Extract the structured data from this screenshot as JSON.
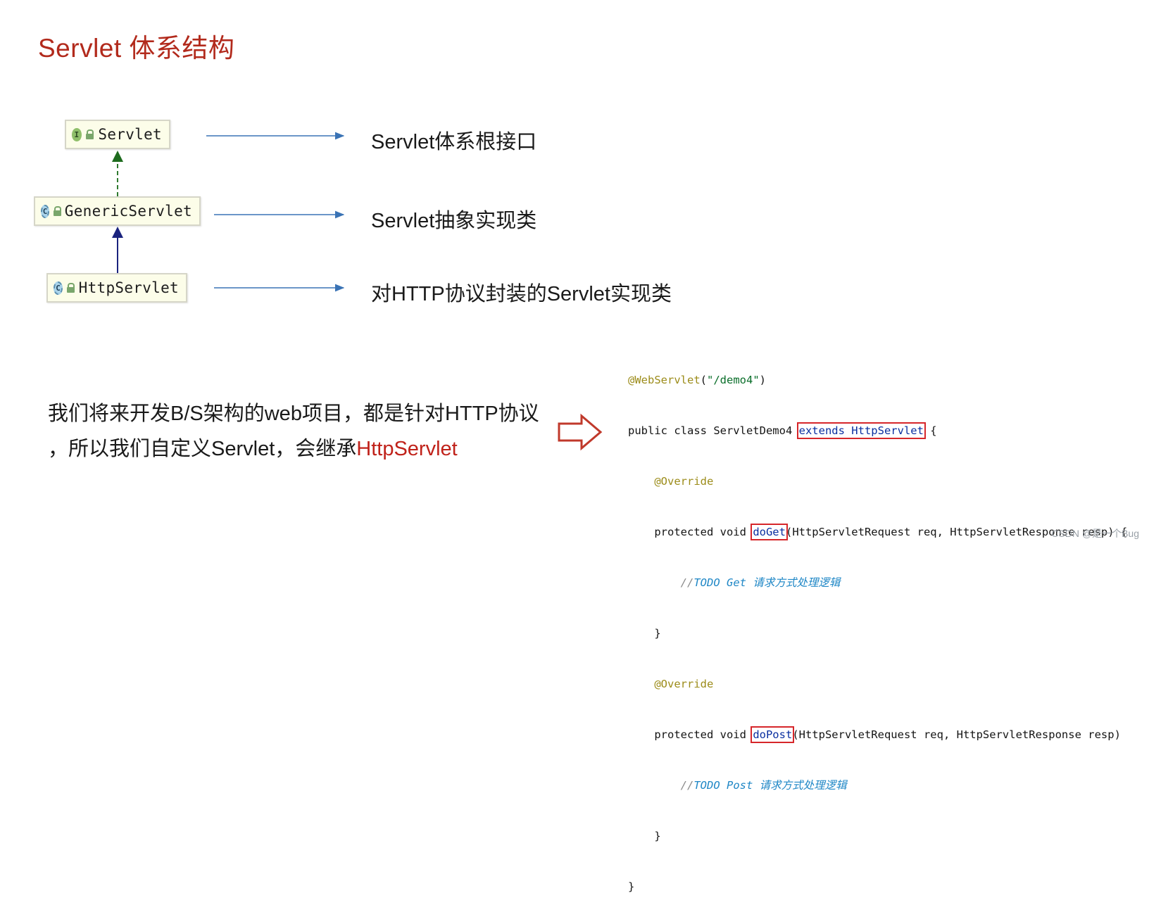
{
  "title": "Servlet 体系结构",
  "hierarchy": [
    {
      "name": "Servlet",
      "kind": "I",
      "desc": "Servlet体系根接口"
    },
    {
      "name": "GenericServlet",
      "kind": "C",
      "desc": "Servlet抽象实现类"
    },
    {
      "name": "HttpServlet",
      "kind": "C",
      "desc": "对HTTP协议封装的Servlet实现类"
    }
  ],
  "colors": {
    "title": "#b22a1c",
    "realization_arrow": "#2f7a2f",
    "inheritance_arrow": "#1a237e",
    "pointer_arrow": "#3a73b5",
    "highlight": "#c0221a",
    "code_box": "#d6262a"
  },
  "paragraph": {
    "line1": "我们将来开发B/S架构的web项目，都是针对HTTP协议",
    "line2_prefix": "，所以我们自定义Servlet，会继承",
    "line2_highlight": "HttpServlet"
  },
  "code": {
    "annotation": "@WebServlet",
    "annotation_arg_open": "(",
    "annotation_arg": "\"/demo4\"",
    "annotation_arg_close": ")",
    "class_decl_prefix": "public class ServletDemo4 ",
    "extends_clause": "extends HttpServlet",
    "class_decl_suffix": " {",
    "override": "@Override",
    "doget_prefix": "protected void ",
    "doget_name": "doGet",
    "doget_params": "(HttpServletRequest req, HttpServletResponse resp) {",
    "doget_comment_slashes": "//",
    "doget_comment": "TODO Get 请求方式处理逻辑",
    "close_brace": "}",
    "dopost_prefix": "protected void ",
    "dopost_name": "doPost",
    "dopost_params": "(HttpServletRequest req, HttpServletResponse resp)",
    "dopost_comment_slashes": "//",
    "dopost_comment": "TODO Post 请求方式处理逻辑",
    "class_close": "}"
  },
  "icons": {
    "interface": "interface-icon",
    "class": "class-icon",
    "lock": "lock-icon",
    "big_arrow": "hollow-right-arrow-icon"
  },
  "watermark": "CSDN @是一个Bug"
}
